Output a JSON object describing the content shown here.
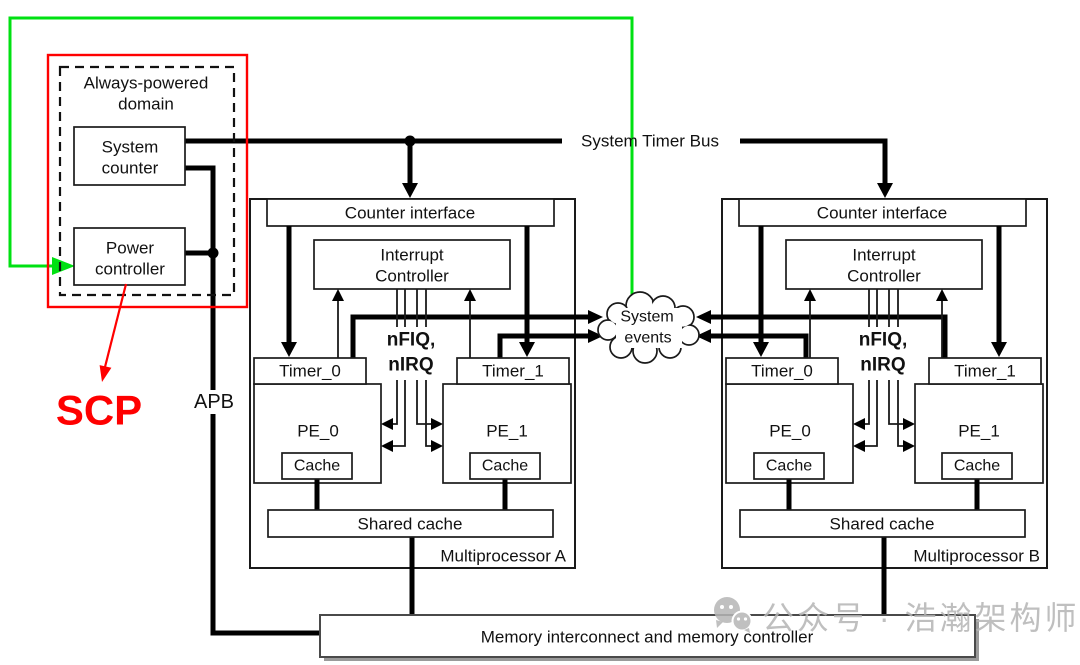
{
  "colors": {
    "green_line": "#00e112",
    "red_accent": "#ff0000",
    "diagram_black": "#1a1a1a",
    "watermark_gray": "#b5b5b5"
  },
  "always_powered": {
    "title_line1": "Always-powered",
    "title_line2": "domain",
    "system_counter_line1": "System",
    "system_counter_line2": "counter",
    "power_controller_line1": "Power",
    "power_controller_line2": "controller"
  },
  "annotations": {
    "scp": "SCP",
    "apb": "APB",
    "system_timer_bus": "System Timer Bus"
  },
  "cloud": {
    "line1": "System",
    "line2": "events"
  },
  "mp": {
    "counter_interface": "Counter interface",
    "interrupt_line1": "Interrupt",
    "interrupt_line2": "Controller",
    "nfiq": "nFIQ,",
    "nirq": "nIRQ",
    "timer0": "Timer_0",
    "timer1": "Timer_1",
    "pe0": "PE_0",
    "pe1": "PE_1",
    "cache": "Cache",
    "shared_cache": "Shared cache",
    "a_label": "Multiprocessor A",
    "b_label": "Multiprocessor B"
  },
  "memory": {
    "label": "Memory interconnect and memory controller"
  },
  "watermark": {
    "text": "公众号 · 浩瀚架构师"
  }
}
